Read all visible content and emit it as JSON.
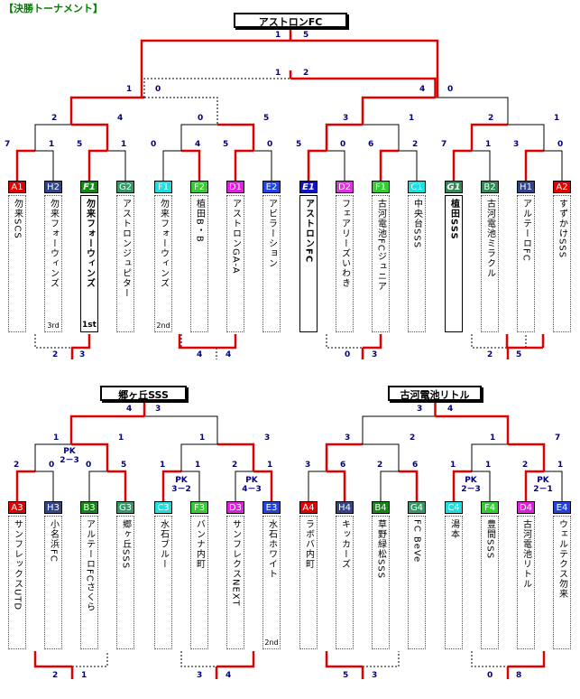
{
  "title": "【決勝トーナメント】",
  "bracket1": {
    "champion": "アストロンFC",
    "teams": [
      {
        "label": "A1",
        "color": "#e00000",
        "name": "勿来SCS"
      },
      {
        "label": "H2",
        "color": "#334488",
        "name": "勿来フォーウィンズ",
        "rank": "3rd"
      },
      {
        "label": "F1",
        "color": "#118811",
        "name": "勿来フォーウィンズ",
        "rank": "1st"
      },
      {
        "label": "G2",
        "color": "#339966",
        "name": "アストロンジュピター"
      },
      {
        "label": "F1",
        "color": "#22dddd",
        "name": "勿来フォーウィンズ",
        "rank": "2nd"
      },
      {
        "label": "F2",
        "color": "#33cc33",
        "name": "植田B・B"
      },
      {
        "label": "D1",
        "color": "#e020e0",
        "name": "アストロンGA-A"
      },
      {
        "label": "E2",
        "color": "#2244dd",
        "name": "アビラーション"
      },
      {
        "label": "E1",
        "color": "#1111cc",
        "name": "アストロンFC"
      },
      {
        "label": "D2",
        "color": "#dd33dd",
        "name": "フェアリーズいわき"
      },
      {
        "label": "F1",
        "color": "#33cc33",
        "name": "古河電池FCジュニア"
      },
      {
        "label": "C1",
        "color": "#22dddd",
        "name": "中央台SSS"
      },
      {
        "label": "G1",
        "color": "#338855",
        "name": "植田SSS"
      },
      {
        "label": "B2",
        "color": "#338855",
        "name": "古河電池ミラクル"
      },
      {
        "label": "H1",
        "color": "#334488",
        "name": "アルテーロFC"
      },
      {
        "label": "A2",
        "color": "#e00000",
        "name": "すずかけSSS"
      }
    ],
    "r1_scores": [
      [
        "7",
        "1"
      ],
      [
        "5",
        "1"
      ],
      [
        "0",
        "4"
      ],
      [
        "5",
        "0"
      ],
      [
        "5",
        "0"
      ],
      [
        "6",
        "2"
      ],
      [
        "7",
        "1"
      ],
      [
        "3",
        "0"
      ]
    ],
    "r2_scores": [
      [
        "2",
        "4"
      ],
      [
        "0",
        "5"
      ],
      [
        "3",
        "1"
      ],
      [
        "2",
        "1"
      ]
    ],
    "r3_scores": [
      [
        "1",
        "0"
      ],
      [
        "4",
        "0"
      ]
    ],
    "final_scores": [
      [
        "1",
        "2"
      ],
      [
        "1",
        "5"
      ]
    ],
    "third_scores": [
      [
        "2",
        "3"
      ],
      [
        "4",
        "4"
      ],
      [
        "0",
        "3"
      ],
      [
        "2",
        "5"
      ]
    ]
  },
  "bracket2": {
    "champion_left": "郷ヶ丘SSS",
    "champion_right": "古河電池リトル",
    "teams": [
      {
        "label": "A3",
        "color": "#e00000",
        "name": "サンフレックスUTD"
      },
      {
        "label": "H3",
        "color": "#334488",
        "name": "小名浜FC"
      },
      {
        "label": "B3",
        "color": "#118811",
        "name": "アルテーロFCさくら"
      },
      {
        "label": "G3",
        "color": "#339966",
        "name": "郷ヶ丘SSS"
      },
      {
        "label": "C3",
        "color": "#22dddd",
        "name": "水石ブルー"
      },
      {
        "label": "F3",
        "color": "#33cc33",
        "name": "バンナ内町"
      },
      {
        "label": "D3",
        "color": "#e020e0",
        "name": "サンフレクスNEXT"
      },
      {
        "label": "E3",
        "color": "#2244dd",
        "name": "水石ホワイト",
        "rank": "2nd"
      },
      {
        "label": "A4",
        "color": "#e00000",
        "name": "ラボバ内町"
      },
      {
        "label": "H4",
        "color": "#334488",
        "name": "キッカーズ"
      },
      {
        "label": "B4",
        "color": "#118811",
        "name": "草野緑松SSS"
      },
      {
        "label": "G4",
        "color": "#339966",
        "name": "FC BeVe"
      },
      {
        "label": "C4",
        "color": "#22dddd",
        "name": "湯本"
      },
      {
        "label": "F4",
        "color": "#33cc33",
        "name": "豊間SSS"
      },
      {
        "label": "D4",
        "color": "#e020e0",
        "name": "古河電池リトル"
      },
      {
        "label": "E4",
        "color": "#2244dd",
        "name": "ウェルテクス勿来"
      }
    ],
    "r1_scores": [
      [
        "2",
        "0"
      ],
      [
        "0",
        "5"
      ],
      [
        "1",
        "1"
      ],
      [
        "2",
        "1"
      ],
      [
        "3",
        "6"
      ],
      [
        "2",
        "6"
      ],
      [
        "1",
        "1"
      ],
      [
        "2",
        "1"
      ]
    ],
    "pk": [
      "PK\n2－3",
      "PK\n3－2",
      "PK\n4－3",
      "PK\n2－3",
      "PK\n2－1"
    ],
    "r2_scores": [
      [
        "1",
        "1"
      ],
      [
        "1",
        "3"
      ],
      [
        "3",
        "2"
      ],
      [
        "1",
        "7"
      ]
    ],
    "final_scores": [
      [
        "4",
        "3"
      ],
      [
        "3",
        "4"
      ]
    ],
    "third_scores": [
      [
        "2",
        "1"
      ],
      [
        "3",
        "4"
      ],
      [
        "5",
        "3"
      ],
      [
        "0",
        "8"
      ]
    ]
  }
}
